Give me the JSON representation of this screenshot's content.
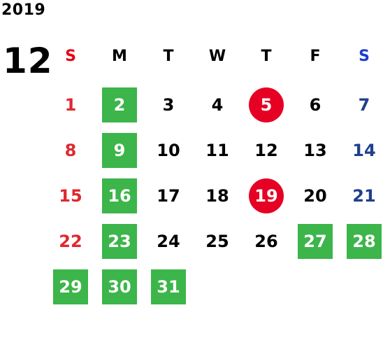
{
  "header": {
    "year": "2019",
    "month": "12"
  },
  "weekdays": [
    {
      "label": "S",
      "type": "sun"
    },
    {
      "label": "M",
      "type": "wd"
    },
    {
      "label": "T",
      "type": "wd"
    },
    {
      "label": "W",
      "type": "wd"
    },
    {
      "label": "T",
      "type": "wd"
    },
    {
      "label": "F",
      "type": "wd"
    },
    {
      "label": "S",
      "type": "sat"
    }
  ],
  "weeks": [
    [
      {
        "day": "1",
        "style": "sun"
      },
      {
        "day": "2",
        "style": "green"
      },
      {
        "day": "3",
        "style": "normal"
      },
      {
        "day": "4",
        "style": "normal"
      },
      {
        "day": "5",
        "style": "red"
      },
      {
        "day": "6",
        "style": "normal"
      },
      {
        "day": "7",
        "style": "sat"
      }
    ],
    [
      {
        "day": "8",
        "style": "sun"
      },
      {
        "day": "9",
        "style": "green"
      },
      {
        "day": "10",
        "style": "normal"
      },
      {
        "day": "11",
        "style": "normal"
      },
      {
        "day": "12",
        "style": "normal"
      },
      {
        "day": "13",
        "style": "normal"
      },
      {
        "day": "14",
        "style": "sat"
      }
    ],
    [
      {
        "day": "15",
        "style": "sun"
      },
      {
        "day": "16",
        "style": "green"
      },
      {
        "day": "17",
        "style": "normal"
      },
      {
        "day": "18",
        "style": "normal"
      },
      {
        "day": "19",
        "style": "red"
      },
      {
        "day": "20",
        "style": "normal"
      },
      {
        "day": "21",
        "style": "sat"
      }
    ],
    [
      {
        "day": "22",
        "style": "sun"
      },
      {
        "day": "23",
        "style": "green"
      },
      {
        "day": "24",
        "style": "normal"
      },
      {
        "day": "25",
        "style": "normal"
      },
      {
        "day": "26",
        "style": "normal"
      },
      {
        "day": "27",
        "style": "green"
      },
      {
        "day": "28",
        "style": "green"
      }
    ],
    [
      {
        "day": "29",
        "style": "green"
      },
      {
        "day": "30",
        "style": "green"
      },
      {
        "day": "31",
        "style": "green"
      },
      null,
      null,
      null,
      null
    ]
  ],
  "colors": {
    "sunday_text": "#e0282f",
    "saturday_text": "#1f3f8f",
    "holiday_fill": "#3cb54a",
    "event_fill": "#e60023"
  }
}
